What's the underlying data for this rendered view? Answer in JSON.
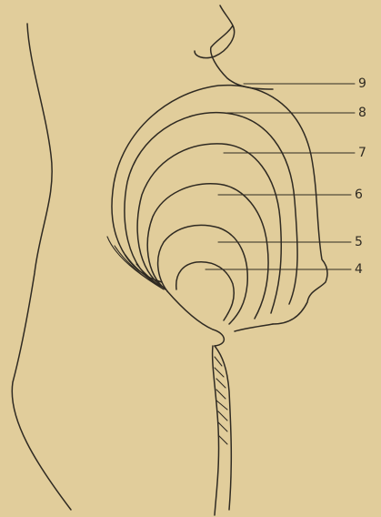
{
  "figure": {
    "background": "#e1cd9b",
    "ink": "#2f2a22",
    "stage_labels": [
      "9",
      "8",
      "7",
      "6",
      "5",
      "4"
    ]
  }
}
